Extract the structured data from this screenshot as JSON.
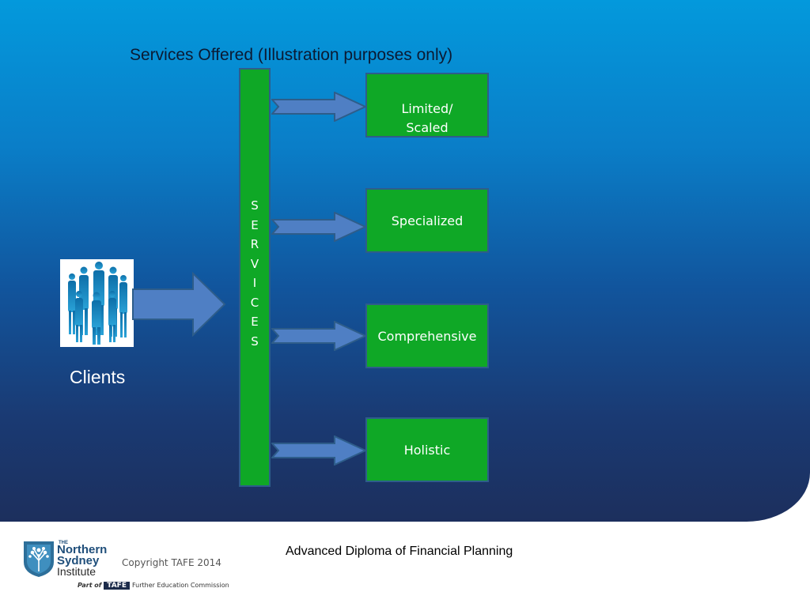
{
  "title": "Services Offered (Illustration purposes only)",
  "clients_label": "Clients",
  "services_letters": [
    "S",
    "E",
    "R",
    "V",
    "I",
    "C",
    "E",
    "S"
  ],
  "boxes": [
    {
      "line1": "Limited/",
      "line2": "Scaled"
    },
    {
      "line1": "Specialized",
      "line2": ""
    },
    {
      "line1": "Comprehensive",
      "line2": ""
    },
    {
      "line1": "Holistic",
      "line2": ""
    }
  ],
  "footer": {
    "course": "Advanced Diploma of Financial Planning",
    "copyright": "Copyright TAFE 2014",
    "logo_the": "THE",
    "logo_line1": "Northern",
    "logo_line2": "Sydney",
    "logo_line3": "Institute",
    "part_of": "Part of",
    "tafe": "TAFE",
    "commission": "Further Education Commission"
  },
  "colors": {
    "green": "#0fa826",
    "arrow_fill": "#4f7fc4",
    "arrow_stroke": "#2e5d8a",
    "bg_top": "#0399dc",
    "bg_bottom": "#1c2f5d"
  }
}
